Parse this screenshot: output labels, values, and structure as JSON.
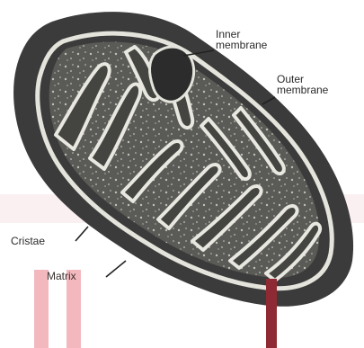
{
  "diagram": {
    "labels": {
      "inner_membrane": {
        "line1": "Inner",
        "line2": "membrane"
      },
      "outer_membrane": {
        "line1": "Outer",
        "line2": "membrane"
      },
      "cristae": "Cristae",
      "matrix": "Matrix"
    },
    "colors": {
      "outer_body": "#3b3b3b",
      "membrane_stroke": "#e4e4dc",
      "matrix_fill": "#6b6b66",
      "background": "#ffffff",
      "watermark_pink": "#f2b8bd",
      "watermark_red": "#8e2a33",
      "leader_lines": "#222222"
    }
  }
}
